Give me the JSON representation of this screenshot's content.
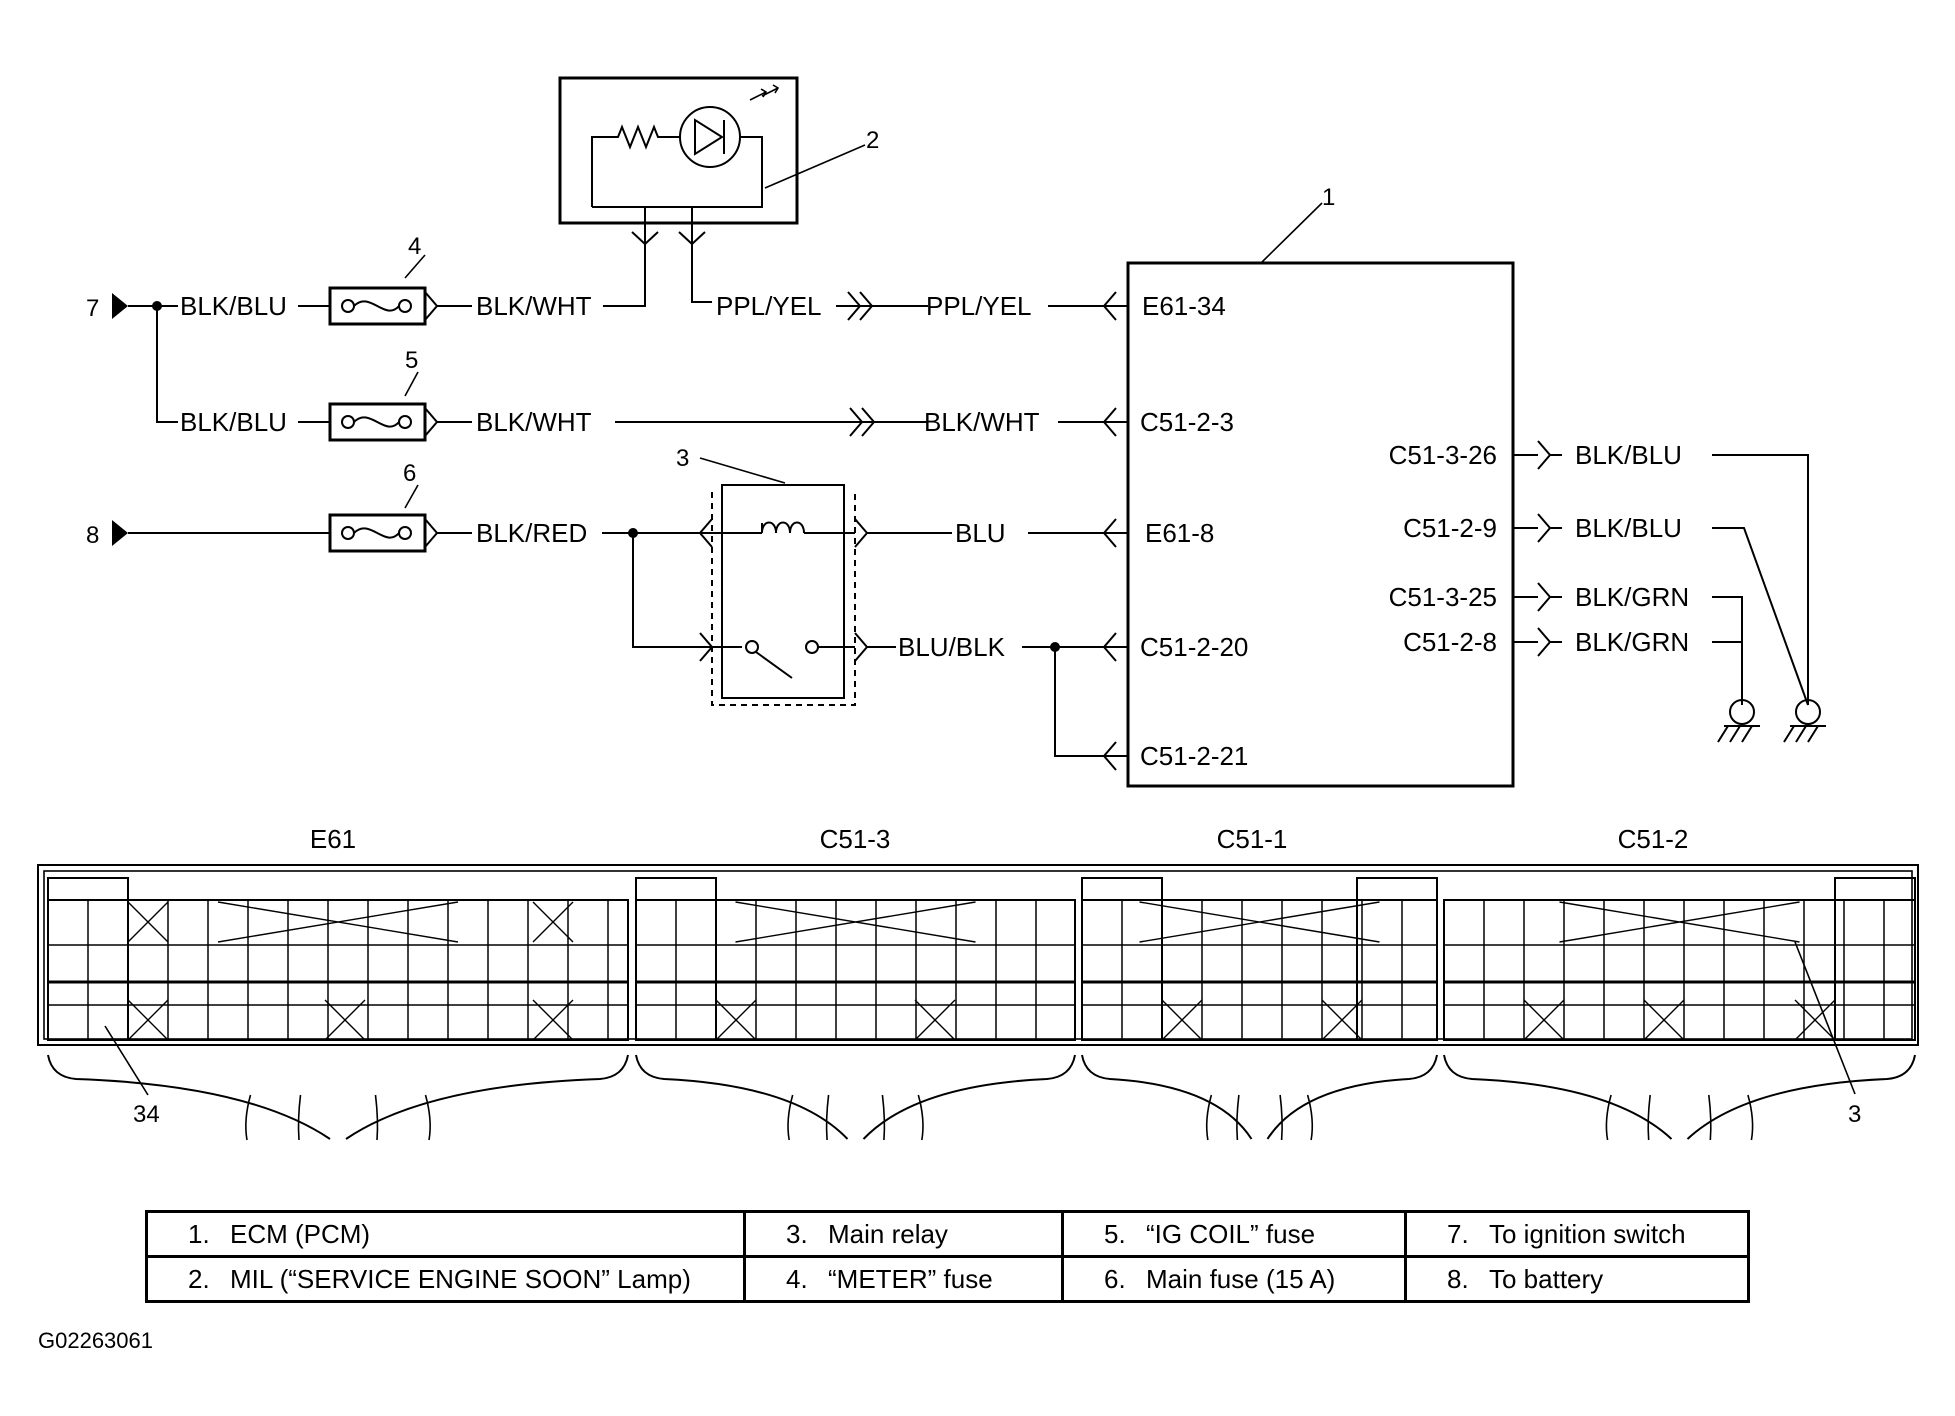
{
  "wires": {
    "w7": "BLK/BLU",
    "w7b": "BLK/BLU",
    "f4_out": "BLK/WHT",
    "f5_out": "BLK/WHT",
    "f6_out": "BLK/RED",
    "mil_out": "PPL/YEL",
    "mil_out2": "PPL/YEL",
    "f5_ecm": "BLK/WHT",
    "relay_coil": "BLU",
    "relay_sw": "BLU/BLK",
    "g1": "BLK/BLU",
    "g2": "BLK/BLU",
    "g3": "BLK/GRN",
    "g4": "BLK/GRN"
  },
  "terminals": {
    "left": [
      "E61-34",
      "C51-2-3",
      "E61-8",
      "C51-2-20",
      "C51-2-21"
    ],
    "right": [
      "C51-3-26",
      "C51-2-9",
      "C51-3-25",
      "C51-2-8"
    ]
  },
  "callouts": {
    "n1": "1",
    "n2": "2",
    "n3": "3",
    "n4": "4",
    "n5": "5",
    "n6": "6",
    "n7": "7",
    "n8": "8",
    "n34": "34",
    "n3b": "3"
  },
  "connectors": [
    "E61",
    "C51-3",
    "C51-1",
    "C51-2"
  ],
  "legend": [
    [
      {
        "num": "1.",
        "text": "ECM (PCM)"
      },
      {
        "num": "3.",
        "text": "Main relay"
      },
      {
        "num": "5.",
        "text": "“IG COIL” fuse"
      },
      {
        "num": "7.",
        "text": "To ignition switch"
      }
    ],
    [
      {
        "num": "2.",
        "text": "MIL (“SERVICE ENGINE SOON” Lamp)"
      },
      {
        "num": "4.",
        "text": "“METER” fuse"
      },
      {
        "num": "6.",
        "text": "Main fuse (15 A)"
      },
      {
        "num": "8.",
        "text": "To battery"
      }
    ]
  ],
  "figure_id": "G02263061"
}
